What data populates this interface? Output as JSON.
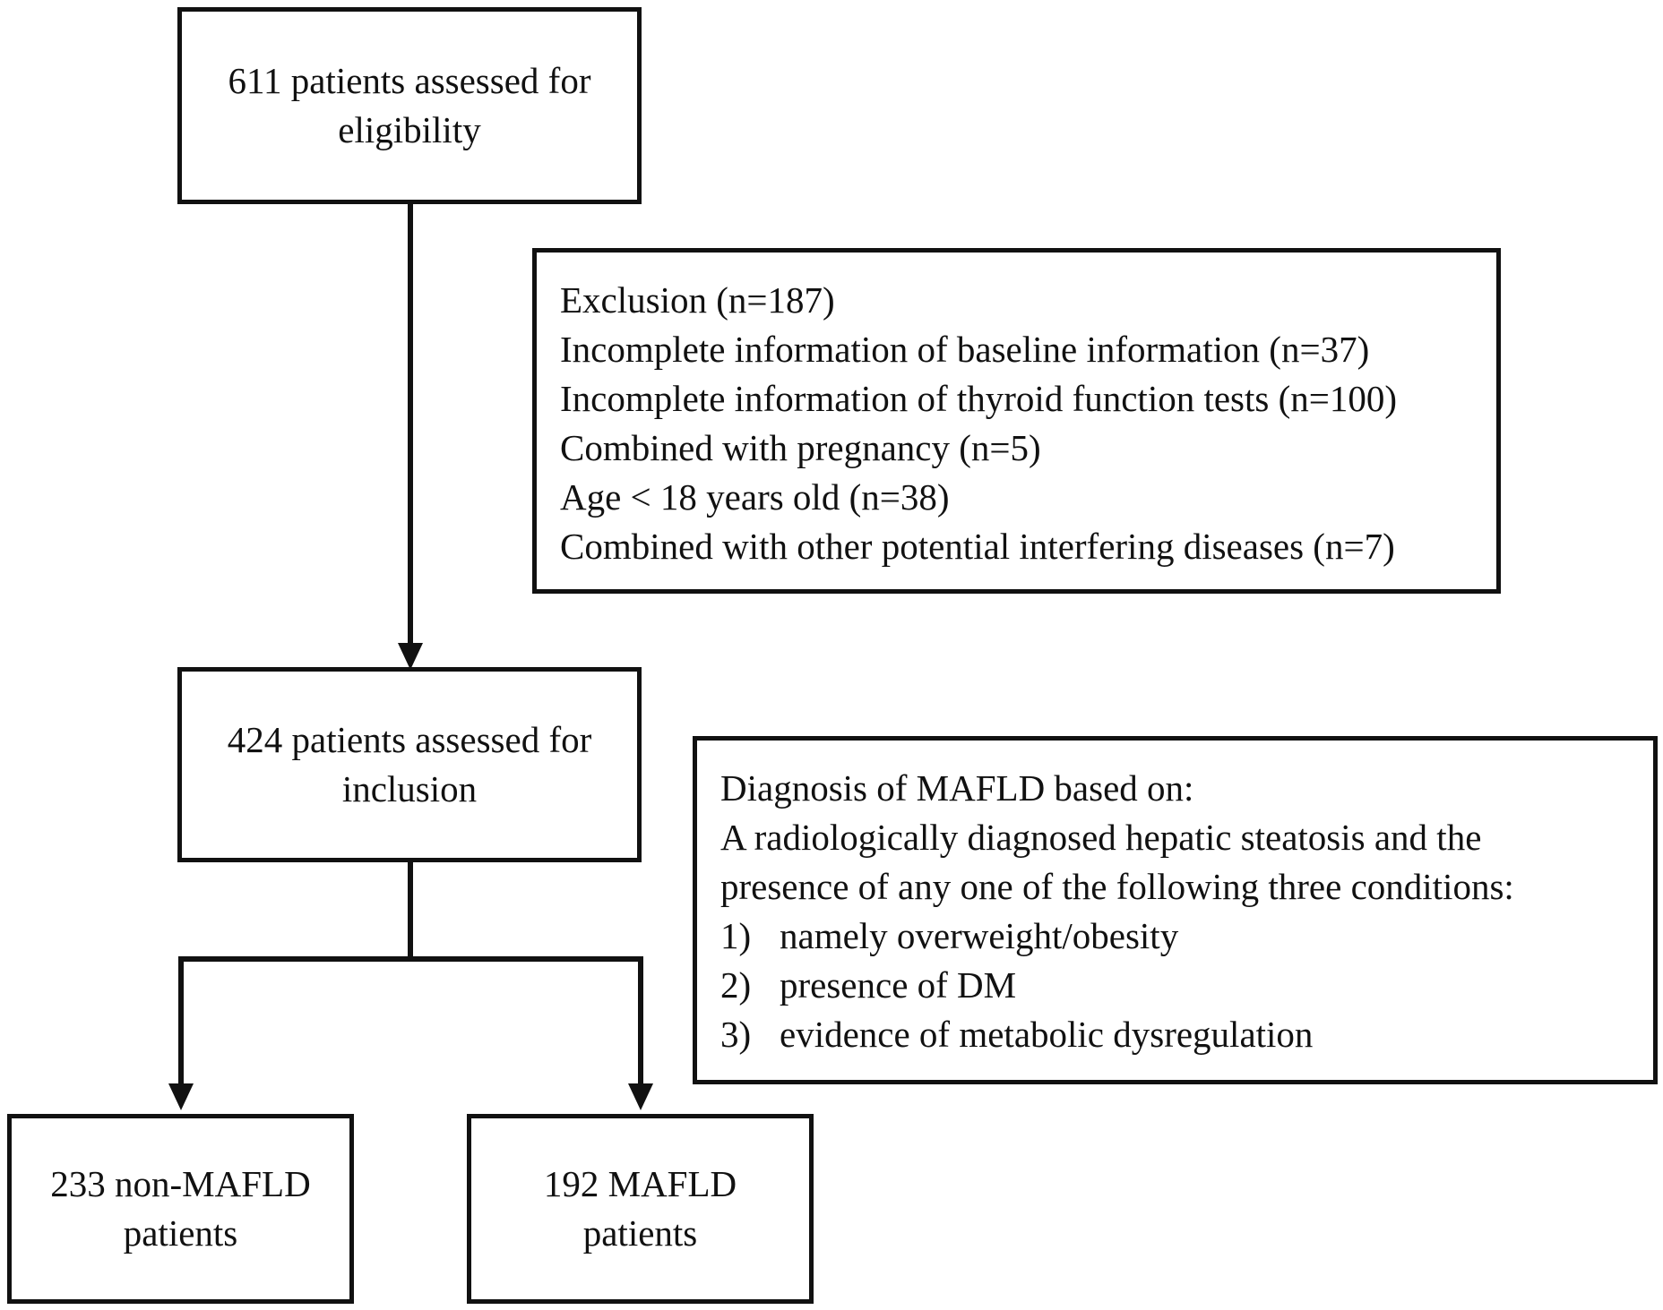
{
  "nodes": {
    "assessed": {
      "line1": "611 patients assessed for",
      "line2": "eligibility"
    },
    "inclusion": {
      "line1": "424 patients assessed for",
      "line2": "inclusion"
    },
    "non_mafld": {
      "line1": "233 non-MAFLD",
      "line2": "patients"
    },
    "mafld": {
      "line1": "192 MAFLD",
      "line2": "patients"
    }
  },
  "exclusion": {
    "title": "Exclusion (n=187)",
    "items": [
      "Incomplete information of baseline information (n=37)",
      "Incomplete information of thyroid function tests (n=100)",
      "Combined with pregnancy (n=5)",
      "Age < 18 years old (n=38)",
      "Combined with other potential interfering diseases (n=7)"
    ]
  },
  "diagnosis": {
    "title": "Diagnosis of MAFLD based on:",
    "text_line1": "A radiologically diagnosed hepatic steatosis and the",
    "text_line2": "presence of any one of the following three conditions:",
    "conditions": [
      {
        "num": "1)",
        "text": "namely overweight/obesity"
      },
      {
        "num": "2)",
        "text": "presence of DM"
      },
      {
        "num": "3)",
        "text": "evidence of metabolic dysregulation"
      }
    ]
  }
}
